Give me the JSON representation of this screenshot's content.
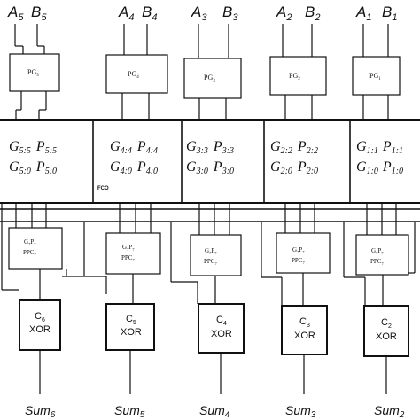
{
  "inputs": [
    {
      "a": "A",
      "a_sub": "5",
      "b": "B",
      "b_sub": "5"
    },
    {
      "a": "A",
      "a_sub": "4",
      "b": "B",
      "b_sub": "4"
    },
    {
      "a": "A",
      "a_sub": "3",
      "b": "B",
      "b_sub": "3"
    },
    {
      "a": "A",
      "a_sub": "2",
      "b": "B",
      "b_sub": "2"
    },
    {
      "a": "A",
      "a_sub": "1",
      "b": "B",
      "b_sub": "1"
    }
  ],
  "pg_blocks": [
    {
      "label": "PG",
      "sub": "5"
    },
    {
      "label": "PG",
      "sub": "4"
    },
    {
      "label": "PG",
      "sub": "3"
    },
    {
      "label": "PG",
      "sub": "2"
    },
    {
      "label": "PG",
      "sub": "1"
    }
  ],
  "gp_signals": [
    {
      "g1": "G",
      "g1_sub": "5:5",
      "p1": "P",
      "p1_sub": "5:5",
      "g2": "G",
      "g2_sub": "5:0",
      "p2": "P",
      "p2_sub": "5:0"
    },
    {
      "g1": "G",
      "g1_sub": "4:4",
      "p1": "P",
      "p1_sub": "4:4",
      "g2": "G",
      "g2_sub": "4:0",
      "p2": "P",
      "p2_sub": "4:0"
    },
    {
      "g1": "G",
      "g1_sub": "3:3",
      "p1": "P",
      "p1_sub": "3:3",
      "g2": "G",
      "g2_sub": "3:0",
      "p2": "P",
      "p2_sub": "3:0"
    },
    {
      "g1": "G",
      "g1_sub": "2:2",
      "p1": "P",
      "p1_sub": "2:2",
      "g2": "G",
      "g2_sub": "2:0",
      "p2": "P",
      "p2_sub": "2:0"
    },
    {
      "g1": "G",
      "g1_sub": "1:1",
      "p1": "P",
      "p1_sub": "1:1",
      "g2": "G",
      "g2_sub": "1:0",
      "p2": "P",
      "p2_sub": "1:0"
    }
  ],
  "fco_label": "FCO",
  "gppc_blocks": [
    {
      "g": "G",
      "g_sub": "7",
      "p": "P",
      "p_sub": "7",
      "ppc": "PPC",
      "ppc_sub": "7"
    },
    {
      "g": "G",
      "g_sub": "7",
      "p": "P",
      "p_sub": "7",
      "ppc": "PPC",
      "ppc_sub": "7"
    },
    {
      "g": "G",
      "g_sub": "7",
      "p": "P",
      "p_sub": "7",
      "ppc": "PPC",
      "ppc_sub": "7"
    },
    {
      "g": "G",
      "g_sub": "7",
      "p": "P",
      "p_sub": "7",
      "ppc": "PPC",
      "ppc_sub": "7"
    },
    {
      "g": "G",
      "g_sub": "7",
      "p": "P",
      "p_sub": "7",
      "ppc": "PPC",
      "ppc_sub": "7"
    }
  ],
  "cxor_blocks": [
    {
      "c": "C",
      "c_sub": "6",
      "xor": "XOR"
    },
    {
      "c": "C",
      "c_sub": "5",
      "xor": "XOR"
    },
    {
      "c": "C",
      "c_sub": "4",
      "xor": "XOR"
    },
    {
      "c": "C",
      "c_sub": "3",
      "xor": "XOR"
    },
    {
      "c": "C",
      "c_sub": "2",
      "xor": "XOR"
    }
  ],
  "sums": [
    {
      "label": "Sum",
      "sub": "6"
    },
    {
      "label": "Sum",
      "sub": "5"
    },
    {
      "label": "Sum",
      "sub": "4"
    },
    {
      "label": "Sum",
      "sub": "3"
    },
    {
      "label": "Sum",
      "sub": "2"
    }
  ]
}
